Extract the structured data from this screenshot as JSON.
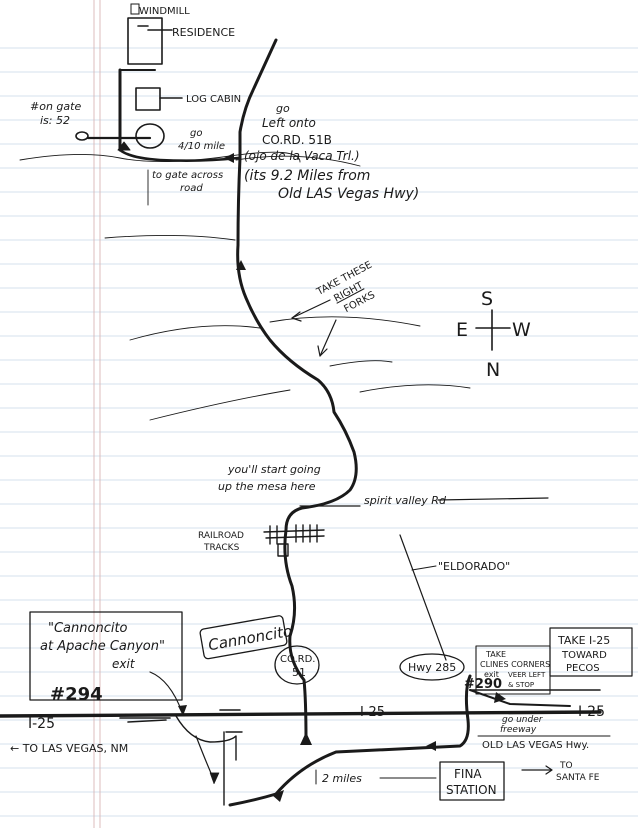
{
  "labels": {
    "windmill": "WINDMILL",
    "residence": "RESIDENCE",
    "log_cabin": "LOG CABIN",
    "gate_note_1": "#on gate",
    "gate_note_2": "is: 52",
    "go_distance_1": "go",
    "go_distance_2": "4/10 mile",
    "to_gate_1": "to gate across",
    "to_gate_2": "road",
    "turn_1": "go",
    "turn_2": "Left onto",
    "turn_3": "CO.RD. 51B",
    "turn_4": "(ojo de la Vaca Trl.)",
    "turn_5": "(its 9.2 Miles from",
    "turn_6": "Old LAS Vegas Hwy)",
    "forks_1": "TAKE THESE",
    "forks_2": "RIGHT",
    "forks_3": "FORKS",
    "compass_s": "S",
    "compass_e": "E",
    "compass_w": "W",
    "compass_n": "N",
    "mesa_1": "you'll start going",
    "mesa_2": "up the mesa here",
    "spirit_valley": "spirit valley Rd",
    "railroad_1": "RAILROAD",
    "railroad_2": "TRACKS",
    "eldorado": "\"ELDORADO\"",
    "cannoncito_box_1": "\"Cannoncito",
    "cannoncito_box_2": "at Apache Canyon\"",
    "cannoncito_box_3": "exit",
    "exit_294": "#294",
    "cannoncito_area": "Cannoncito",
    "cord51_1": "CO.RD.",
    "cord51_2": "51",
    "hwy285": "Hwy 285",
    "exit_290": "#290",
    "take_exit_1": "TAKE",
    "take_exit_2": "CLINES CORNERS",
    "take_exit_3": "exit",
    "take_exit_4": "VEER LEFT",
    "take_exit_5": "& STOP",
    "under_freeway_1": "go under",
    "under_freeway_2": "freeway",
    "pecos_1": "TAKE I-25",
    "pecos_2": "TOWARD",
    "pecos_3": "PECOS",
    "i25_left": "I-25",
    "i25_mid": "I-25",
    "i25_right": "I-25",
    "to_las_vegas": "← TO LAS VEGAS, NM",
    "old_lv_hwy": "OLD LAS VEGAS Hwy.",
    "two_miles": "2 miles",
    "fina_1": "FINA",
    "fina_2": "STATION",
    "to_santa_fe_1": "TO",
    "to_santa_fe_2": "SANTA FE"
  }
}
